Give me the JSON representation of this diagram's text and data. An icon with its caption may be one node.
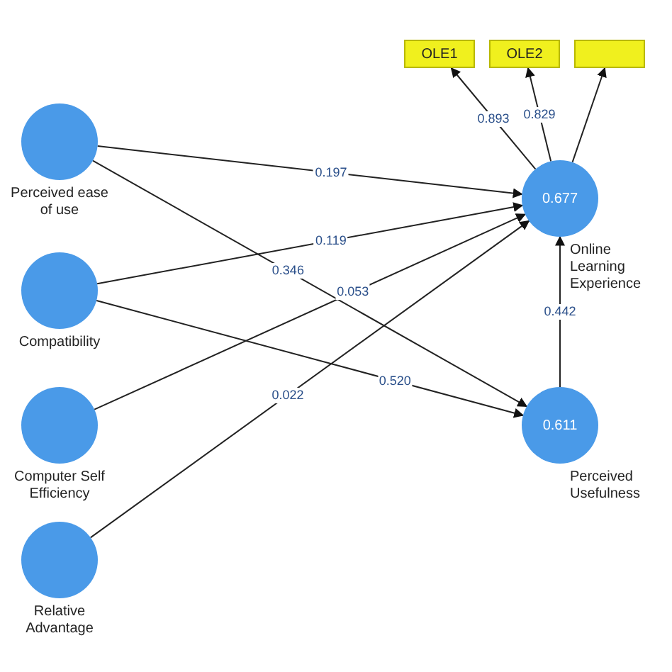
{
  "diagram": {
    "nodes": [
      {
        "text": [
          "Perceived ease of use"
        ]
      },
      {
        "text": [
          "Compatibility"
        ]
      },
      {
        "text": [
          "Computer Self Efficiency"
        ]
      },
      {
        "text": [
          "Relative Advantage"
        ]
      },
      {
        "text": [
          "0.677",
          "Online Learning Experience"
        ]
      },
      {
        "text": [
          "0.611",
          "Perceived Usefulness"
        ]
      },
      {
        "text": [
          "OLE1"
        ]
      },
      {
        "text": [
          "OLE2"
        ]
      },
      {
        "text": [],
        "shape": "box"
      }
    ],
    "edges": [
      {
        "from": 0,
        "to": 4,
        "arrow": "to",
        "label": "0.197"
      },
      {
        "from": 0,
        "to": 5,
        "arrow": "to",
        "label": "0.346"
      },
      {
        "from": 1,
        "to": 4,
        "arrow": "to",
        "label": "0.119"
      },
      {
        "from": 1,
        "to": 5,
        "arrow": "to",
        "label": "0.520"
      },
      {
        "from": 2,
        "to": 4,
        "arrow": "to",
        "label": "0.053"
      },
      {
        "from": 3,
        "to": 4,
        "arrow": "to",
        "label": "0.022"
      },
      {
        "from": 5,
        "to": 4,
        "arrow": "to",
        "label": "0.442"
      },
      {
        "from": 4,
        "to": 6,
        "arrow": "to",
        "label": "0.893"
      },
      {
        "from": 4,
        "to": 7,
        "arrow": "to",
        "label": "0.829"
      },
      {
        "from": 4,
        "to": 8,
        "arrow": "to"
      }
    ]
  }
}
